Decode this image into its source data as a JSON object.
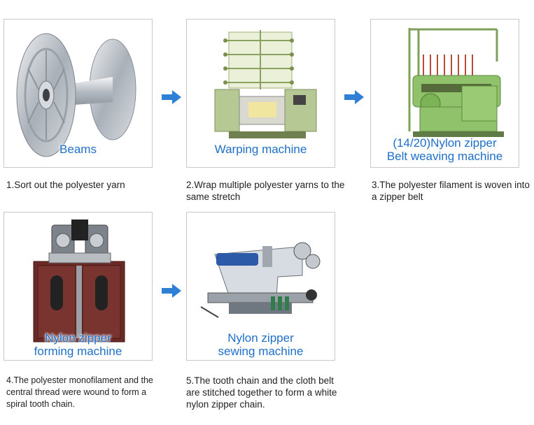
{
  "steps": [
    {
      "label_lines": [
        "Beams"
      ],
      "description": "1.Sort out the polyester yarn"
    },
    {
      "label_lines": [
        "Warping machine"
      ],
      "description": "2.Wrap multiple polyester yarns to the same stretch"
    },
    {
      "label_lines": [
        "(14/20)Nylon zipper",
        "Belt weaving machine"
      ],
      "description": "3.The polyester filament is woven into a zipper belt"
    },
    {
      "label_lines": [
        "Nylon zipper",
        "forming machine"
      ],
      "description": "4.The polyester monofilament and the central thread were wound to form a spiral tooth chain."
    },
    {
      "label_lines": [
        "Nylon zipper",
        "sewing machine"
      ],
      "description": "5.The tooth chain and the cloth belt are stitched together to form a white nylon zipper chain."
    }
  ],
  "colors": {
    "label": "#1f6fc9",
    "arrow": "#2f7fd6",
    "border": "#c9c9c9"
  },
  "icons": [
    "arrow-right-icon"
  ]
}
